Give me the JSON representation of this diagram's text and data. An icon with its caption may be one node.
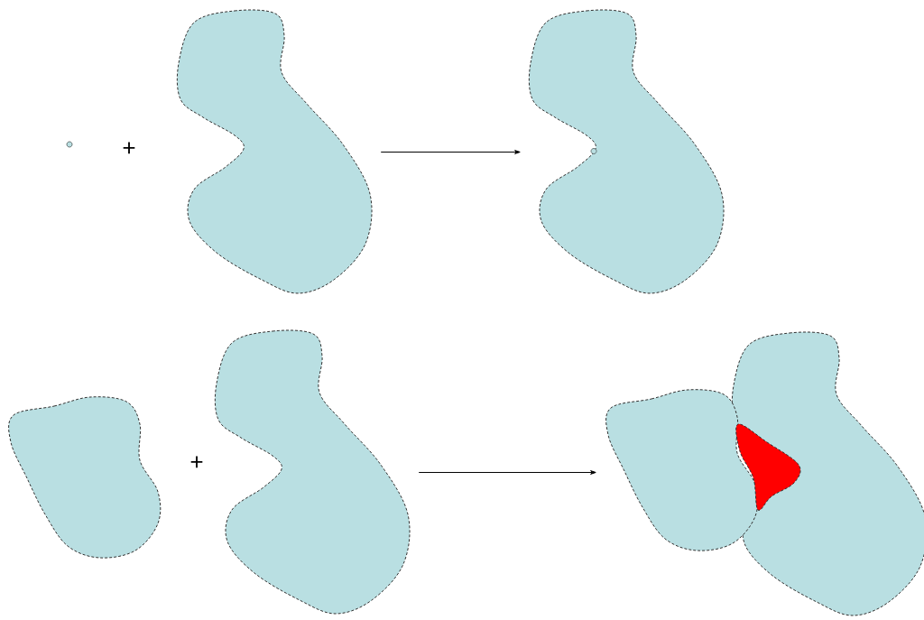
{
  "diagram": {
    "nodes": [
      {
        "text": [],
        "shape": "circle"
      },
      {
        "text": [],
        "shape": "blob"
      },
      {
        "text": [],
        "shape": "blob"
      },
      {
        "text": [],
        "shape": "circle",
        "in": 2
      },
      {
        "text": [],
        "shape": "blob"
      },
      {
        "text": [],
        "shape": "blob"
      },
      {
        "text": [],
        "shape": "blob"
      },
      {
        "text": [],
        "shape": "blob"
      },
      {
        "text": [],
        "shape": "blob"
      }
    ],
    "edges": [
      {
        "from": 1,
        "to": 2,
        "arrow": "to"
      },
      {
        "from": 5,
        "to": 6,
        "arrow": "to"
      }
    ],
    "labels": [
      "+",
      "+"
    ]
  }
}
